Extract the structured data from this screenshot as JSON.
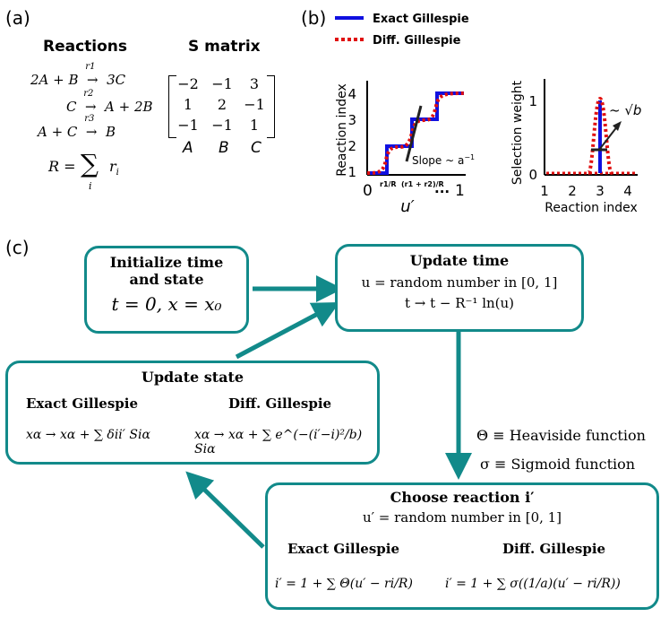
{
  "panel_a": {
    "label": "(a)",
    "reactions_title": "Reactions",
    "smatrix_title": "S matrix",
    "reactions": [
      {
        "left": "2A + B",
        "rate": "r1",
        "right": "3C"
      },
      {
        "left": "C",
        "rate": "r2",
        "right": "A + 2B"
      },
      {
        "left": "A + C",
        "rate": "r3",
        "right": "B"
      }
    ],
    "total_rate_lhs": "R =",
    "total_rate_sum": "∑",
    "total_rate_index": "i",
    "total_rate_term": "r",
    "total_rate_sub": "i",
    "matrix": [
      [
        "−2",
        "−1",
        "3"
      ],
      [
        "1",
        "2",
        "−1"
      ],
      [
        "−1",
        "−1",
        "1"
      ]
    ],
    "matrix_columns": [
      "A",
      "B",
      "C"
    ]
  },
  "panel_b": {
    "label": "(b)",
    "legend": [
      {
        "name": "Exact Gillespie",
        "color": "#1010e0",
        "style": "solid"
      },
      {
        "name": "Diff. Gillespie",
        "color": "#e01010",
        "style": "dotted"
      }
    ],
    "left_plot": {
      "ylabel": "Reaction index",
      "xlabel": "u′",
      "yticks": [
        "1",
        "2",
        "3",
        "4"
      ],
      "xticks": [
        "0",
        "r1/R",
        "(r1 + r2)/R",
        "...",
        "1"
      ],
      "annotation": "Slope ~ a",
      "annotation_sup": "−1"
    },
    "right_plot": {
      "ylabel": "Selection weight",
      "xlabel": "Reaction index",
      "yticks": [
        "0",
        "1"
      ],
      "xticks": [
        "1",
        "2",
        "3",
        "4"
      ],
      "annotation": "~ √b"
    }
  },
  "panel_c": {
    "label": "(c)",
    "init": {
      "title_line1": "Initialize time",
      "title_line2": "and state",
      "formula": "t = 0, x = x₀"
    },
    "update_time": {
      "title": "Update time",
      "line1": "u = random number in [0, 1]",
      "line2": "t → t − R⁻¹ ln(u)"
    },
    "update_state": {
      "title": "Update state",
      "exact_title": "Exact Gillespie",
      "diff_title": "Diff. Gillespie",
      "exact_formula": "xα → xα + ∑ δii′ Siα",
      "diff_formula": "xα → xα + ∑ e^(−(i′−i)²/b) Siα"
    },
    "choose": {
      "title": "Choose reaction i′",
      "line1": "u′ = random number in [0, 1]",
      "exact_title": "Exact Gillespie",
      "diff_title": "Diff. Gillespie",
      "exact_formula": "i′ = 1 + ∑ Θ(u′ − ri/R)",
      "diff_formula": "i′ = 1 + ∑ σ((1/a)(u′ − ri/R))"
    },
    "notes": [
      "Θ ≡ Heaviside function",
      "σ ≡ Sigmoid function"
    ],
    "arrow_color": "#128a8a"
  }
}
